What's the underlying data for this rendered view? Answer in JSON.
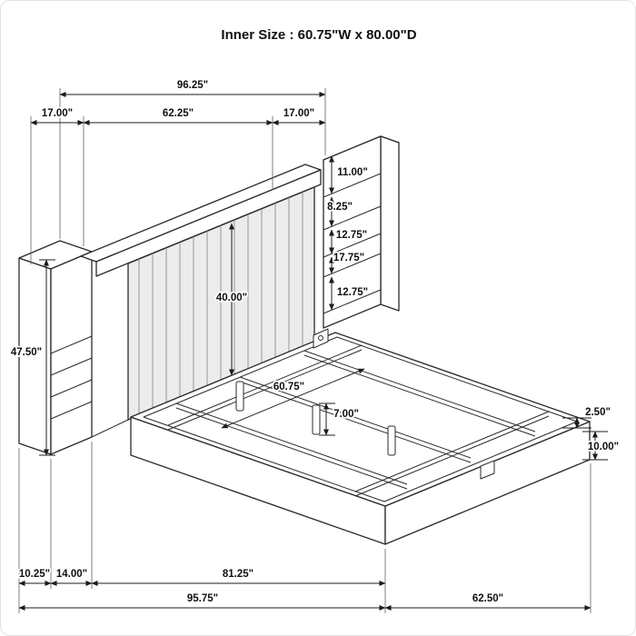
{
  "title": "Inner Size : 60.75\"W x 80.00\"D",
  "dimensions": {
    "top": {
      "overall_width": "96.25\"",
      "left_pier_width": "17.00\"",
      "center_headboard_width": "62.25\"",
      "right_pier_width": "17.00\""
    },
    "right_pier_shelves": {
      "top_opening": "11.00\"",
      "opening_2": "8.25\"",
      "opening_3": "12.75\"",
      "opening_4": "17.75\"",
      "opening_5": "12.75\""
    },
    "headboard": {
      "upholstered_panel_height": "40.00\"",
      "overall_height": "47.50\""
    },
    "frame": {
      "inner_width": "60.75\"",
      "center_leg_height": "7.00\"",
      "rail_lip": "2.50\"",
      "side_rail_height": "10.00\""
    },
    "bottom": {
      "pier_side_depth": "10.25\"",
      "pier_front_depth": "14.00\"",
      "frame_depth": "81.25\"",
      "overall_depth": "95.75\"",
      "foot_width": "62.50\""
    }
  }
}
